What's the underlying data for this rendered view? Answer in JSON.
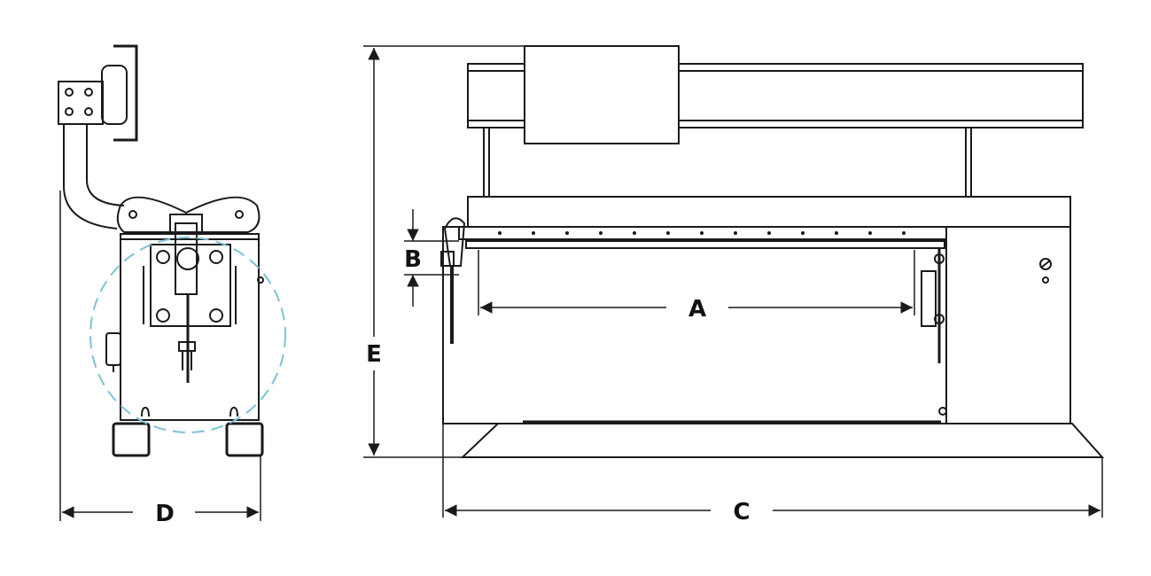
{
  "labels": {
    "a": "A",
    "b": "B",
    "c": "C",
    "d": "D",
    "e": "E"
  },
  "colors": {
    "line": "#1a1a1a",
    "highlight_circle": "#7cc3d6",
    "background": "#ffffff"
  }
}
